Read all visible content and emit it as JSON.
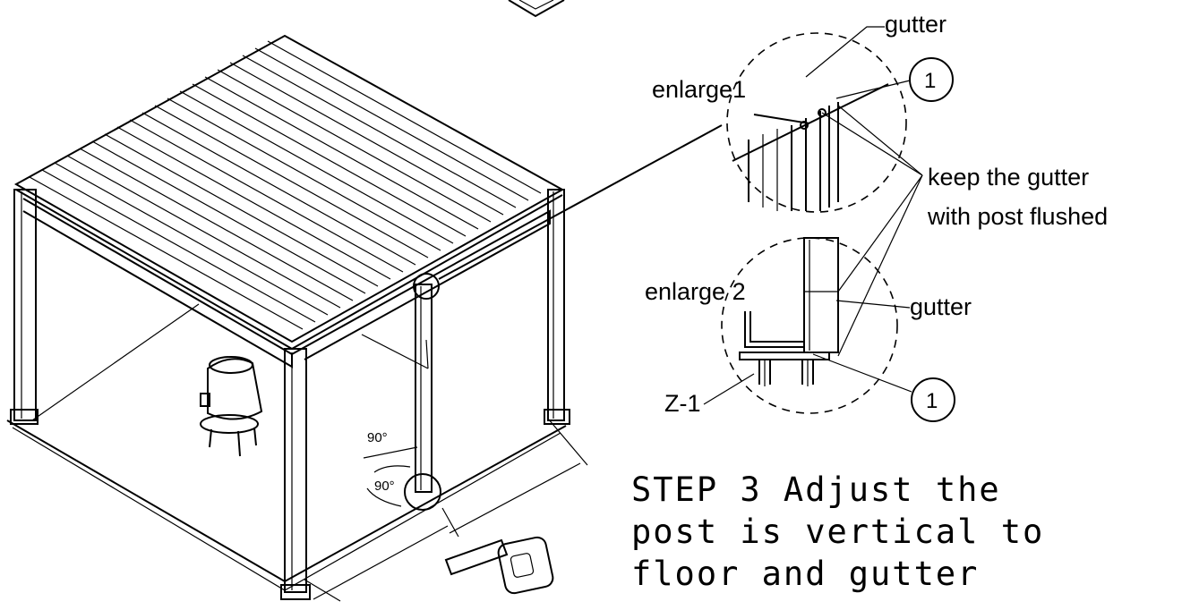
{
  "labels": {
    "gutter_top": "gutter",
    "enlarge1": "enlarge1",
    "callout_top": "1",
    "keep_line1": "keep the gutter",
    "keep_line2": "with post flushed",
    "enlarge2": "enlarge 2",
    "gutter_mid": "gutter",
    "z1": "Z-1",
    "callout_bottom": "1",
    "angle_top": "90°",
    "angle_bottom": "90°"
  },
  "step": {
    "line1": "STEP 3 Adjust the",
    "line2": "post is vertical to",
    "line3": "floor and gutter"
  }
}
